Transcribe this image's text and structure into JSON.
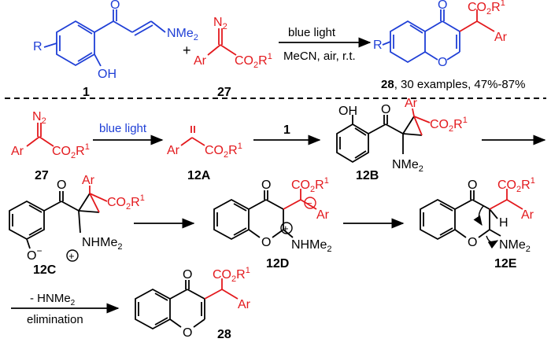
{
  "colors": {
    "blue": "#1f3fd6",
    "red": "#e3191d",
    "black": "#000000"
  },
  "labels": {
    "O": "O",
    "OH": "OH",
    "H": "H",
    "R": "R",
    "R1": "1",
    "Ar": "Ar",
    "N2": "N",
    "N2sub": "2",
    "NMe2": "NMe",
    "NMe2sub": "2",
    "NHMe2": "NHMe",
    "CO2R1": "CO",
    "CO2R1_2": "2",
    "R_of_ester": "R",
    "Oxide": "O",
    "minus": "−",
    "plus": "+",
    "ylide": "ˋ"
  },
  "top": {
    "cmpd1": "1",
    "cmpd27": "27",
    "plus": "+",
    "cond_above": "blue light",
    "cond_below": "MeCN, air, r.t.",
    "product_num": "28",
    "product_text": ", 30 examples, 47%-87%"
  },
  "mech": {
    "m27": "27",
    "m27_cond": "blue light",
    "m12A": "12A",
    "m1_reagent": "1",
    "m12B": "12B",
    "m12C": "12C",
    "m12D": "12D",
    "m12E": "12E",
    "m28": "28",
    "elim_above": "- HNMe",
    "elim_above_sub": "2",
    "elim_below": "elimination"
  }
}
